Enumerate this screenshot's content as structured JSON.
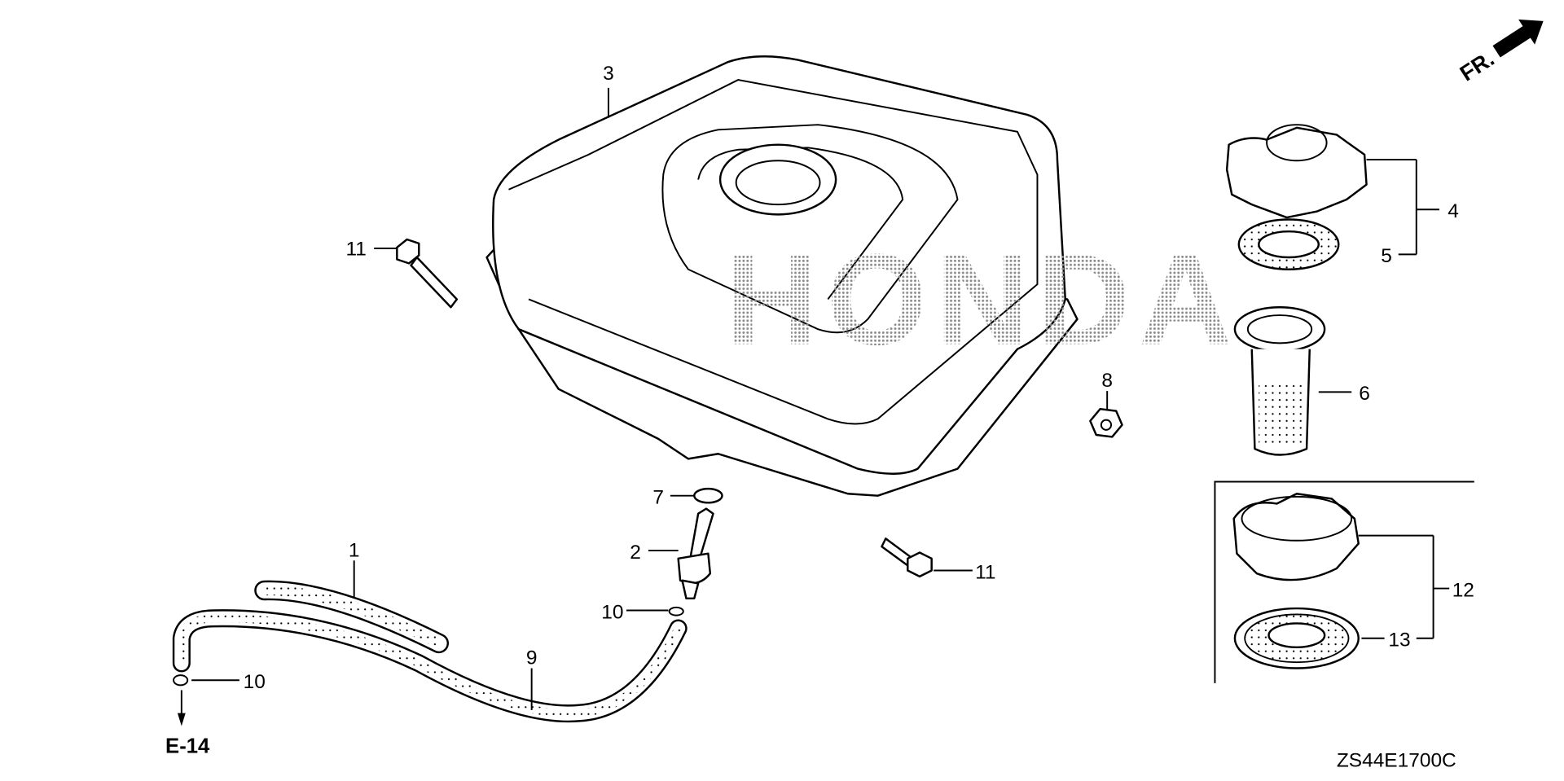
{
  "diagram": {
    "watermark": "HONDA",
    "direction_label": "FR.",
    "reference_label": "E-14",
    "drawing_code": "ZS44E1700C",
    "callouts": {
      "p1": "1",
      "p2": "2",
      "p3": "3",
      "p4": "4",
      "p5": "5",
      "p6": "6",
      "p7": "7",
      "p8": "8",
      "p9": "9",
      "p10a": "10",
      "p10b": "10",
      "p11a": "11",
      "p11b": "11",
      "p12": "12",
      "p13": "13"
    },
    "colors": {
      "line": "#000000",
      "watermark": "#bdbdbd"
    }
  }
}
